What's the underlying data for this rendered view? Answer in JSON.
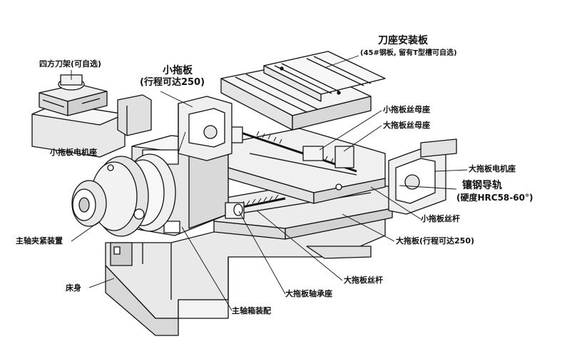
{
  "labels": {
    "tool_post": "四方刀架(可自选)",
    "small_carriage": "小拖板",
    "small_carriage_travel": "(行程可达250)",
    "tool_plate": "刀座安装板",
    "tool_plate_note": "(45#钢板, 留有T型槽可自选)",
    "small_screw_nut_seat": "小拖板丝母座",
    "large_screw_nut_seat": "大拖板丝母座",
    "small_motor_seat": "小拖板电机座",
    "large_motor_seat": "大拖板电机座",
    "guide_rail": "镶钢导轨",
    "guide_rail_hardness": "(硬度HRC58-60°)",
    "small_screw": "小拖板丝杆",
    "large_carriage": "大拖板(行程可达250)",
    "spindle_clamp": "主轴夹紧装置",
    "large_screw": "大拖板丝杆",
    "bed": "床身",
    "large_bearing_seat": "大拖板轴承座",
    "spindle_box": "主轴箱装配"
  }
}
